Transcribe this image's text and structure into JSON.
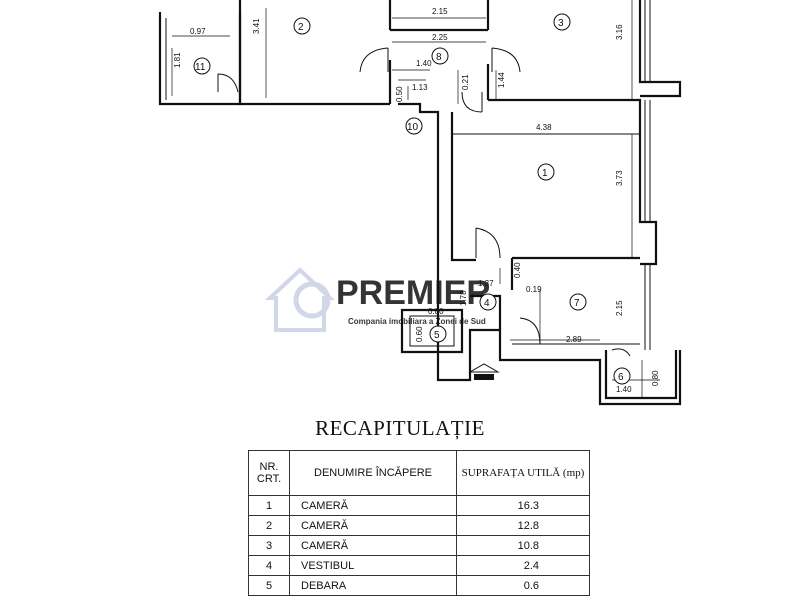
{
  "rooms": [
    {
      "id": "1",
      "num": "1"
    },
    {
      "id": "2",
      "num": "2"
    },
    {
      "id": "3",
      "num": "3"
    },
    {
      "id": "4",
      "num": "4"
    },
    {
      "id": "5",
      "num": "5"
    },
    {
      "id": "6",
      "num": "6"
    },
    {
      "id": "7",
      "num": "7"
    },
    {
      "id": "8",
      "num": "8"
    },
    {
      "id": "10",
      "num": "10"
    },
    {
      "id": "11",
      "num": "11"
    }
  ],
  "dimensions": {
    "d341": "3.41",
    "d097": "0.97",
    "d181": "1.81",
    "d215a": "2.15",
    "d225": "2.25",
    "d140a": "1.40",
    "d113": "1.13",
    "d050": "0.50",
    "d021": "0.21",
    "d144": "1.44",
    "d316": "3.16",
    "d438": "4.38",
    "d373": "3.73",
    "d137": "1.37",
    "d178": "1.78",
    "d080a": "0.80",
    "d060": "0.60",
    "d040": "0.40",
    "d019": "0.19",
    "d215b": "2.15",
    "d289": "2.89",
    "d140b": "1.40",
    "d080b": "0.80"
  },
  "watermark": {
    "brand": "PREMIER",
    "tagline": "Compania imobiliara a Zonei de Sud"
  },
  "recap": {
    "title": "RECAPITULAȚIE",
    "headers": {
      "nr": "NR. CRT.",
      "name": "DENUMIRE ÎNCĂPERE",
      "area": "SUPRAFAȚA UTILĂ (mp)"
    },
    "rows": [
      {
        "nr": "1",
        "name": "CAMERĂ",
        "area": "16.3"
      },
      {
        "nr": "2",
        "name": "CAMERĂ",
        "area": "12.8"
      },
      {
        "nr": "3",
        "name": "CAMERĂ",
        "area": "10.8"
      },
      {
        "nr": "4",
        "name": "VESTIBUL",
        "area": "2.4"
      },
      {
        "nr": "5",
        "name": "DEBARA",
        "area": "0.6"
      }
    ]
  }
}
